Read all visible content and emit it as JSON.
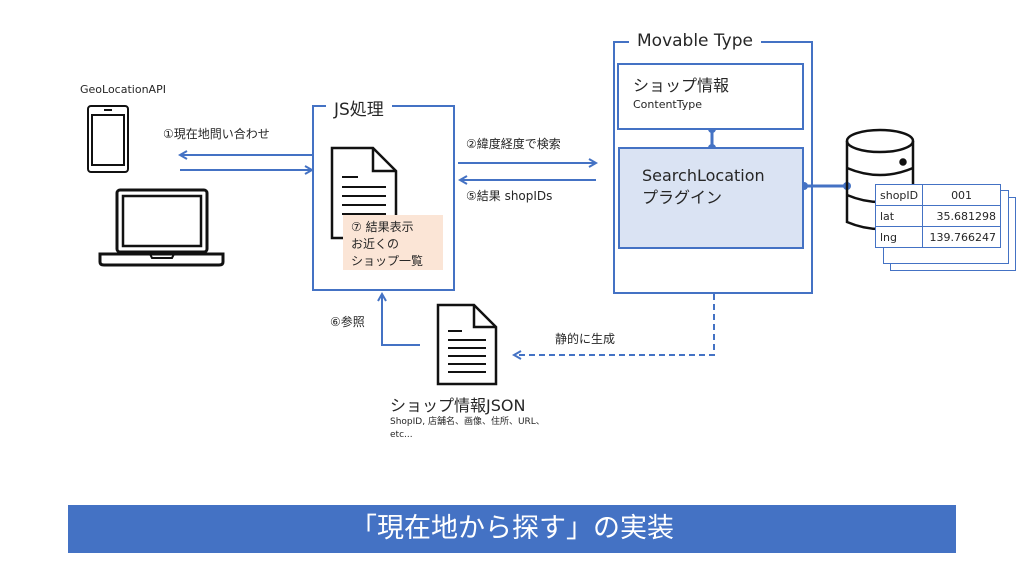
{
  "diagram": {
    "client": {
      "label": "GeoLocationAPI",
      "devices": [
        {
          "icon": "smartphone-icon"
        },
        {
          "icon": "laptop-icon"
        }
      ]
    },
    "js_box": {
      "title": "JS処理",
      "doc_icon": "document-icon",
      "note": {
        "line1": "⑦ 結果表示",
        "line2": "お近くの",
        "line3": "ショップ一覧"
      }
    },
    "movable_type": {
      "title": "Movable Type",
      "content_type": {
        "title": "ショップ情報",
        "subtitle": "ContentType"
      },
      "plugin": {
        "line1": "SearchLocation",
        "line2": "プラグイン"
      }
    },
    "database": {
      "icon": "database-icon",
      "record": {
        "rows": [
          {
            "key": "shopID",
            "value": "001"
          },
          {
            "key": "lat",
            "value": "35.681298"
          },
          {
            "key": "lng",
            "value": "139.766247"
          }
        ]
      }
    },
    "json_file": {
      "icon": "document-icon",
      "title": "ショップ情報JSON",
      "desc_line1": "ShopID, 店舗名、画像、住所、URL、",
      "desc_line2": "etc..."
    },
    "edges": {
      "step1": "①現在地問い合わせ",
      "step2": "②緯度経度で検索",
      "step5": "⑤結果 shopIDs",
      "step6": "⑥参照",
      "static_gen": "静的に生成"
    },
    "colors": {
      "accent": "#4472c4",
      "plugin_fill": "#dae3f3",
      "note_fill": "#fbe5d6"
    }
  },
  "banner": {
    "title": "「現在地から探す」の実装"
  }
}
